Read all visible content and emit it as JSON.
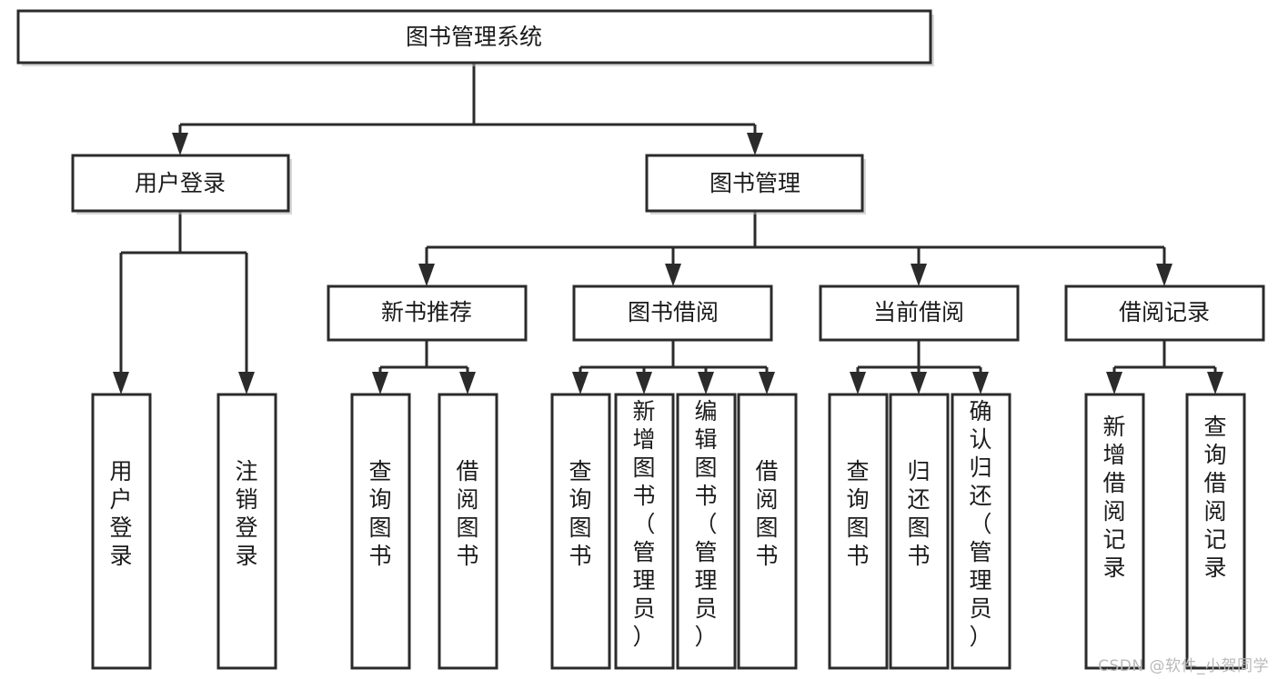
{
  "diagram": {
    "title": "图书管理系统",
    "watermark": "CSDN @软件_小贺同学",
    "colors": {
      "stroke": "#2b2b2b",
      "fill": "#ffffff",
      "text": "#1b1b1b",
      "shadow": "#b8b8b8",
      "watermark": "#b9b9b9",
      "background": "#ffffff"
    },
    "levels": {
      "root": "图书管理系统",
      "level2": [
        "用户登录",
        "图书管理"
      ],
      "level3": [
        "新书推荐",
        "图书借阅",
        "当前借阅",
        "借阅记录"
      ]
    },
    "nodes": {
      "root": {
        "label": "图书管理系统",
        "orientation": "horizontal"
      },
      "user_login": {
        "label": "用户登录",
        "orientation": "horizontal"
      },
      "book_manage": {
        "label": "图书管理",
        "orientation": "horizontal"
      },
      "new_book_rec": {
        "label": "新书推荐",
        "orientation": "horizontal"
      },
      "book_borrow": {
        "label": "图书借阅",
        "orientation": "horizontal"
      },
      "current_borrow": {
        "label": "当前借阅",
        "orientation": "horizontal"
      },
      "borrow_record": {
        "label": "借阅记录",
        "orientation": "horizontal"
      },
      "leaf_user_login": {
        "label": "用户登录",
        "orientation": "vertical"
      },
      "leaf_logout": {
        "label": "注销登录",
        "orientation": "vertical"
      },
      "leaf_query_book_1": {
        "label": "查询图书",
        "orientation": "vertical"
      },
      "leaf_borrow_book_1": {
        "label": "借阅图书",
        "orientation": "vertical"
      },
      "leaf_query_book_2": {
        "label": "查询图书",
        "orientation": "vertical"
      },
      "leaf_add_book": {
        "label": "新增图书（管理员）",
        "orientation": "vertical"
      },
      "leaf_edit_book": {
        "label": "编辑图书（管理员）",
        "orientation": "vertical"
      },
      "leaf_borrow_book_2": {
        "label": "借阅图书",
        "orientation": "vertical"
      },
      "leaf_query_book_3": {
        "label": "查询图书",
        "orientation": "vertical"
      },
      "leaf_return_book": {
        "label": "归还图书",
        "orientation": "vertical"
      },
      "leaf_confirm_return": {
        "label": "确认归还（管理员）",
        "orientation": "vertical"
      },
      "leaf_add_record": {
        "label": "新增借阅记录",
        "orientation": "vertical"
      },
      "leaf_query_record": {
        "label": "查询借阅记录",
        "orientation": "vertical"
      }
    },
    "edges": [
      {
        "from": "root",
        "to": "user_login"
      },
      {
        "from": "root",
        "to": "book_manage"
      },
      {
        "from": "user_login",
        "to": "leaf_user_login"
      },
      {
        "from": "user_login",
        "to": "leaf_logout"
      },
      {
        "from": "book_manage",
        "to": "new_book_rec"
      },
      {
        "from": "book_manage",
        "to": "book_borrow"
      },
      {
        "from": "book_manage",
        "to": "current_borrow"
      },
      {
        "from": "book_manage",
        "to": "borrow_record"
      },
      {
        "from": "new_book_rec",
        "to": "leaf_query_book_1"
      },
      {
        "from": "new_book_rec",
        "to": "leaf_borrow_book_1"
      },
      {
        "from": "book_borrow",
        "to": "leaf_query_book_2"
      },
      {
        "from": "book_borrow",
        "to": "leaf_add_book"
      },
      {
        "from": "book_borrow",
        "to": "leaf_edit_book"
      },
      {
        "from": "book_borrow",
        "to": "leaf_borrow_book_2"
      },
      {
        "from": "current_borrow",
        "to": "leaf_query_book_3"
      },
      {
        "from": "current_borrow",
        "to": "leaf_return_book"
      },
      {
        "from": "current_borrow",
        "to": "leaf_confirm_return"
      },
      {
        "from": "borrow_record",
        "to": "leaf_add_record"
      },
      {
        "from": "borrow_record",
        "to": "leaf_query_record"
      }
    ]
  }
}
